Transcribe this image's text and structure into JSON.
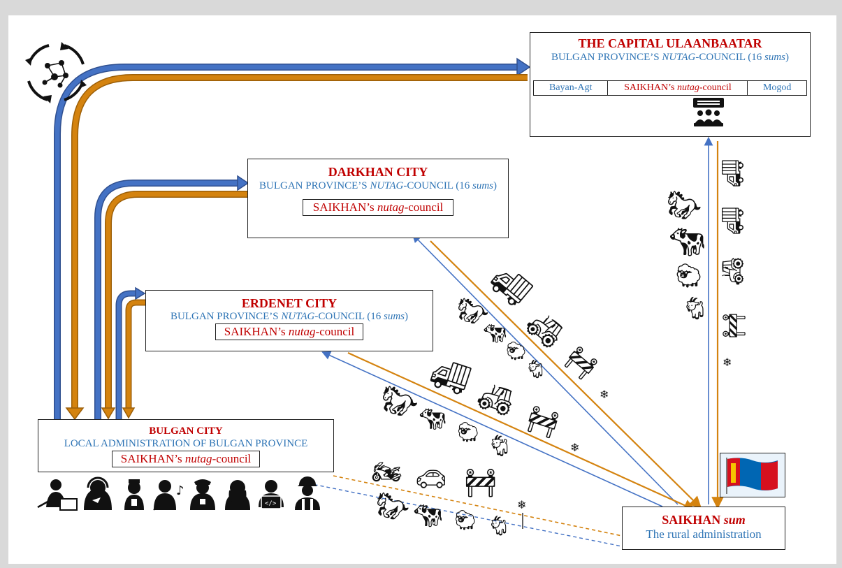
{
  "ulaanbaatar": {
    "title": "THE CAPITAL ULAANBAATAR",
    "council_prefix": "BULGAN PROVINCE’S ",
    "council_italic": "NUTAG",
    "council_suffix": "-COUNCIL (16 ",
    "council_sums": "sums",
    "council_close": ")",
    "sub_left": "Bayan-Agt",
    "sub_mid_prefix": "SAIKHAN’s ",
    "sub_mid_italic": "nutag",
    "sub_mid_suffix": "-council",
    "sub_right": "Mogod"
  },
  "darkhan": {
    "title": "DARKHAN CITY",
    "council_prefix": "BULGAN PROVINCE’S ",
    "council_italic": "NUTAG",
    "council_suffix": "-COUNCIL (16 ",
    "council_sums": "sums",
    "council_close": ")",
    "inner_prefix": "SAIKHAN’s ",
    "inner_italic": "nutag",
    "inner_suffix": "-council"
  },
  "erdenet": {
    "title": "ERDENET CITY",
    "council_prefix": "BULGAN PROVINCE’S ",
    "council_italic": "NUTAG",
    "council_suffix": "-COUNCIL (16 ",
    "council_sums": "sums",
    "council_close": ")",
    "inner_prefix": "SAIKHAN’s ",
    "inner_italic": "nutag",
    "inner_suffix": "-council"
  },
  "bulgan": {
    "title": "BULGAN CITY",
    "subtitle": "LOCAL ADMINISTRATION OF BULGAN PROVINCE",
    "inner_prefix": "SAIKHAN’s ",
    "inner_italic": "nutag",
    "inner_suffix": "-council"
  },
  "saikhan": {
    "title_prefix": "SAIKHAN ",
    "title_italic": "sum",
    "subtitle": "The rural administration"
  },
  "colors": {
    "blue_flow": "#4472c4",
    "orange_flow": "#d4830f",
    "title_red": "#c00000",
    "text_blue": "#2e74b5"
  },
  "icons": {
    "cycle": "network-cycle-icon",
    "meeting": "meeting-icon",
    "flag": "mongolian-flag-icon",
    "livestock": [
      "horse-icon",
      "cow-icon",
      "sheep-icon",
      "goat-icon"
    ],
    "vehicles": [
      "truck-icon",
      "tractor-icon",
      "bulldozer-icon",
      "car-icon",
      "atv-icon"
    ],
    "occupations": [
      "teacher-icon",
      "call-center-icon",
      "nurse-icon",
      "musician-icon",
      "police-icon",
      "woman-icon",
      "programmer-icon",
      "engineer-icon"
    ],
    "snowflake": "snowflake-icon"
  }
}
